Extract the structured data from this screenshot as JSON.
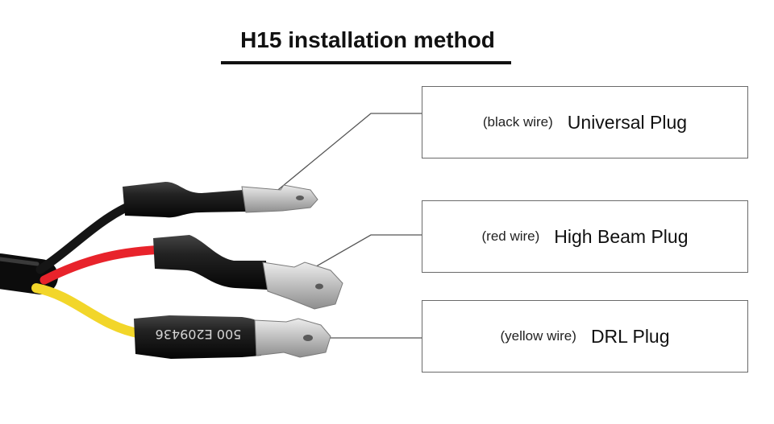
{
  "title": "H15 installation method",
  "labels": [
    {
      "wire": "(black wire)",
      "plug": "Universal Plug"
    },
    {
      "wire": "(red wire)",
      "plug": "High Beam Plug"
    },
    {
      "wire": "(yellow wire)",
      "plug": "DRL Plug"
    }
  ],
  "sleeve_print": "500 E209436",
  "colors": {
    "black_wire": "#151515",
    "red_wire": "#e8232b",
    "yellow_wire": "#f2d62a",
    "terminal": "#c9c9c9"
  }
}
